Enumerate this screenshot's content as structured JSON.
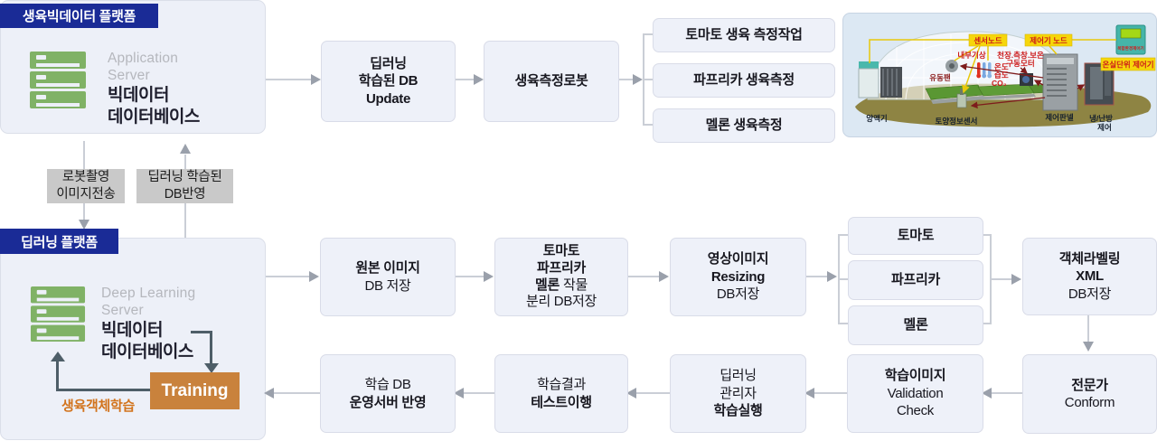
{
  "colors": {
    "header_navy": "#1a2b96",
    "box_fill": "#eef1f9",
    "box_border": "#d9dce8",
    "line_gray": "#caced6",
    "arrow_gray": "#9aa0ab",
    "icon_green": "#80b266",
    "training_orange": "#c9823c",
    "loop_orange": "#d2731c",
    "transfer_label_gray": "#c9c9c9",
    "greenhouse_label_yellow": "#f6d60a",
    "greenhouse_label_red": "#cc1a1a"
  },
  "platform_bigdata": {
    "header": "생육빅데이터 플랫폼",
    "server_role_line1": "Application",
    "server_role_line2": "Server",
    "server_name_line1": "빅데이터",
    "server_name_line2": "데이터베이스"
  },
  "transfer": {
    "down_line1": "로봇촬영",
    "down_line2": "이미지전송",
    "up_line1": "딥러닝 학습된",
    "up_line2": "DB반영"
  },
  "row1": {
    "db_update": {
      "line1": "딥러닝",
      "line2": "학습된 DB",
      "line3": "Update"
    },
    "robot": "생육측정로봇",
    "branches": [
      "토마토 생육 측정작업",
      "파프리카 생육측정",
      "멜론 생육측정"
    ]
  },
  "greenhouse": {
    "sensor_node": "센서노드",
    "controller_node": "제어기 노드",
    "indoor_weather": "내부기상",
    "motor_line1": "천장.측창.보온",
    "motor_line2": "구동모터",
    "temp": "온도",
    "humidity": "습도",
    "co2": "CO₂",
    "fan": "유동팬",
    "unit_controller": "온실단위 제어기",
    "device": "복합환경제어기",
    "nutrient": "양액기",
    "soil_sensor": "토양정보센서",
    "control_panel": "제어판넬",
    "hvac_line1": "냉/난방",
    "hvac_line2": "제어"
  },
  "platform_dl": {
    "header": "딥러닝 플랫폼",
    "server_role_line1": "Deep Learning",
    "server_role_line2": "Server",
    "server_name_line1": "빅데이터",
    "server_name_line2": "데이터베이스",
    "training": "Training",
    "loop_label": "생육객체학습"
  },
  "row2": {
    "original": {
      "line1": "원본 이미지",
      "line2": "DB 저장"
    },
    "separate": {
      "line1": "토마토",
      "line2": "파프리카",
      "line3_bold": "멜론",
      "line3_tail": "작물",
      "line4": "분리 DB저장"
    },
    "resizing": {
      "line1": "영상이미지",
      "line2": "Resizing",
      "line3": "DB저장"
    },
    "crops": [
      "토마토",
      "파프리카",
      "멜론"
    ],
    "labeling": {
      "line1": "객체라벨링",
      "line2": "XML",
      "line3": "DB저장"
    }
  },
  "row3": {
    "expert": {
      "line1": "전문가",
      "line2": "Conform"
    },
    "validation": {
      "line1": "학습이미지",
      "line2": "Validation",
      "line3": "Check"
    },
    "run": {
      "line1": "딥러닝",
      "line2": "관리자",
      "line3": "학습실행"
    },
    "test": {
      "line1": "학습결과",
      "line2": "테스트이행"
    },
    "deploy": {
      "line1": "학습 DB",
      "line2": "운영서버 반영"
    }
  }
}
